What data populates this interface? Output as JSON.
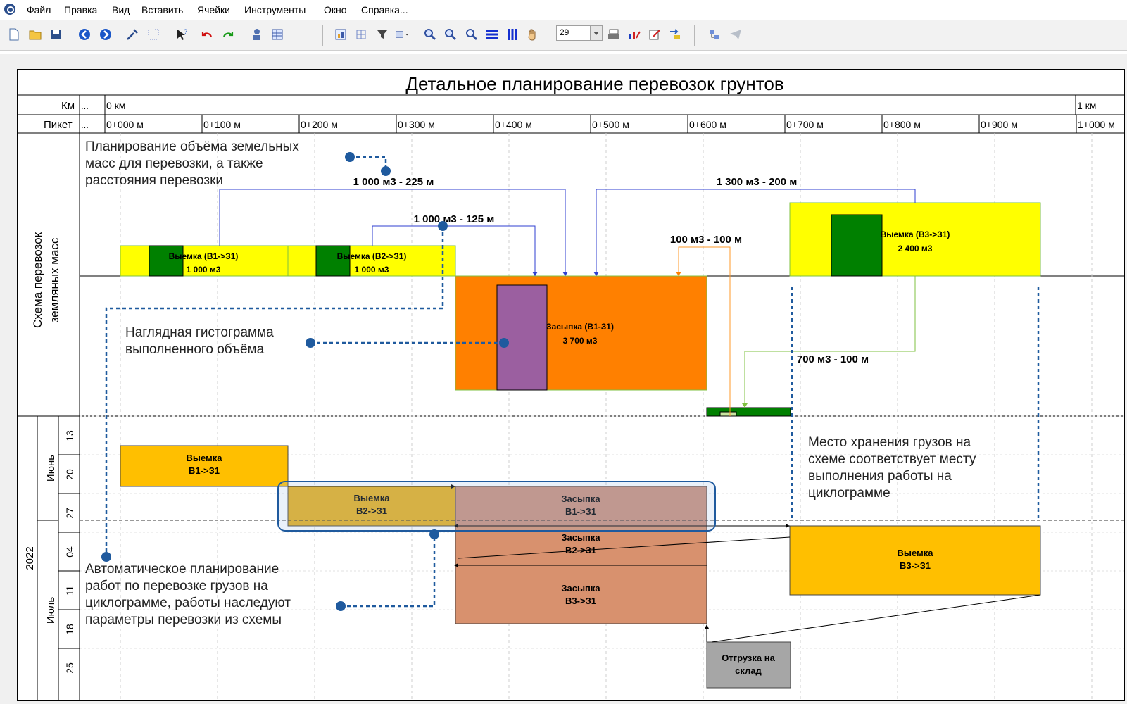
{
  "menu": {
    "items": [
      "Файл",
      "Правка",
      "Вид",
      "Вставить",
      "Ячейки",
      "Инструменты",
      "Окно",
      "Справка..."
    ]
  },
  "toolbar": {
    "zoom_value": "29"
  },
  "chart": {
    "title": "Детальное планирование перевозок грунтов",
    "km_label": "Км",
    "piket_label": "Пикет",
    "ellipsis": "...",
    "km_ticks": [
      "0 км",
      "1 км"
    ],
    "piket_ticks": [
      "0+000 м",
      "0+100 м",
      "0+200 м",
      "0+300 м",
      "0+400 м",
      "0+500 м",
      "0+600 м",
      "0+700 м",
      "0+800 м",
      "0+900 м",
      "1+000 м"
    ],
    "scheme_label_line1": "Схема перевозок",
    "scheme_label_line2": "земляных масс",
    "year": "2022",
    "months": [
      "Июнь",
      "Июль"
    ],
    "days": [
      "13",
      "20",
      "27",
      "04",
      "11",
      "18",
      "25"
    ]
  },
  "scheme": {
    "cut1": {
      "line1": "Выемка (В1->З1)",
      "line2": "1 000 м3"
    },
    "cut2": {
      "line1": "Выемка (В2->З1)",
      "line2": "1 000 м3"
    },
    "cut3": {
      "line1": "Выемка (В3->З1)",
      "line2": "2 400 м3"
    },
    "fill1": {
      "line1": "Засыпка (В1-З1)",
      "line2": "3 700 м3"
    },
    "transports": [
      "1 000 м3 - 225 м",
      "1 000 м3 - 125 м",
      "1 300 м3 - 200 м",
      "100 м3 - 100 м",
      "700 м3 - 100 м"
    ]
  },
  "gantt": {
    "cut_b1": {
      "line1": "Выемка",
      "line2": "В1->З1"
    },
    "cut_b2": {
      "line1": "Выемка",
      "line2": "В2->З1"
    },
    "fill_b1": {
      "line1": "Засыпка",
      "line2": "В1->З1"
    },
    "fill_b2": {
      "line1": "Засыпка",
      "line2": "В2->З1"
    },
    "fill_b3": {
      "line1": "Засыпка",
      "line2": "В3->З1"
    },
    "cut_b3": {
      "line1": "Выемка",
      "line2": "В3->З1"
    },
    "warehouse": {
      "line1": "Отгрузка на",
      "line2": "склад"
    }
  },
  "annotations": {
    "planning": [
      "Планирование объёма земельных",
      "масс для перевозки, а также",
      "расстояния перевозки"
    ],
    "histogram": [
      "Наглядная гистограмма",
      "выполненного объёма"
    ],
    "auto": [
      "Автоматическое планирование",
      "работ по перевозке грузов на",
      "циклограмме, работы наследуют",
      "параметры перевозки из схемы"
    ],
    "storage": [
      "Место хранения грузов на",
      "схеме соответствует месту",
      "выполнения работы на",
      "циклограмме"
    ]
  },
  "colors": {
    "cut": "#ffff00",
    "cut_done": "#008000",
    "fill": "#ff8000",
    "fill_done": "#9b5fa0",
    "gantt_cut": "#ffbf00",
    "gantt_fill": "#d8916e",
    "warehouse": "#a6a6a6",
    "transport_line": "#2f3fd0",
    "annotation": "#1f5a9e"
  }
}
